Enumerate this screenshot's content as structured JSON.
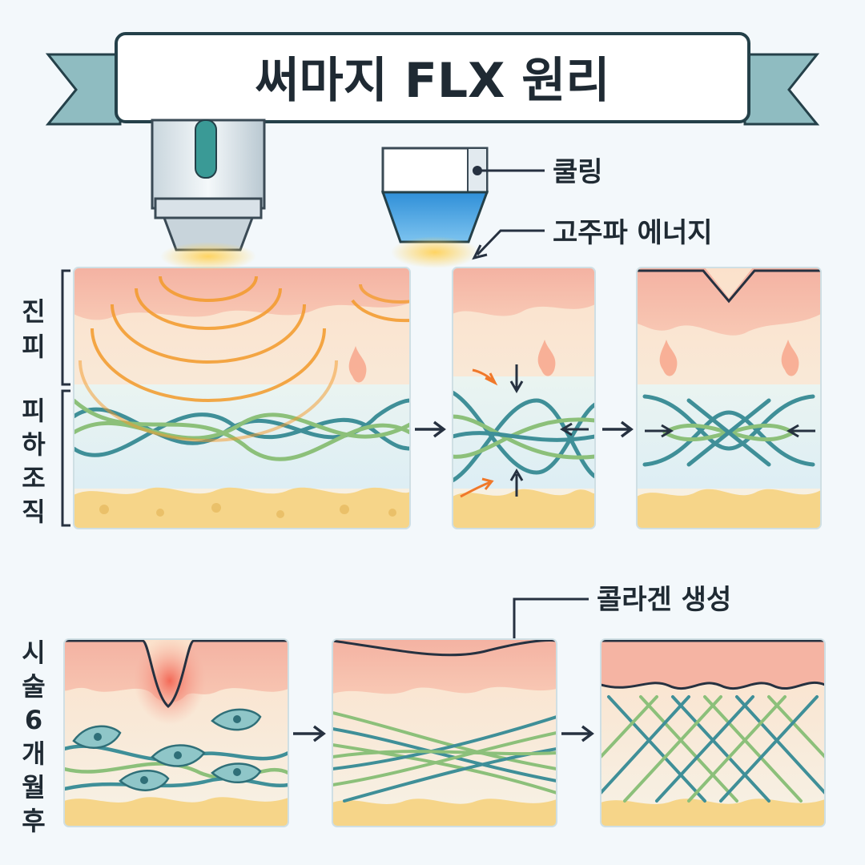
{
  "title": "써마지 FLX 원리",
  "labels": {
    "cooling": "쿨링",
    "rf_energy": "고주파 에너지",
    "collagen": "콜라겐 생성"
  },
  "layers": {
    "dermis": [
      "진",
      "피"
    ],
    "subcutaneous": [
      "피",
      "하",
      "조",
      "직"
    ]
  },
  "after_label": [
    "시",
    "술",
    "6",
    "개",
    "월",
    "후"
  ],
  "colors": {
    "banner_ribbon": "#8fbcc1",
    "epidermis": "#f6b7a6",
    "dermis": "#fbe3cf",
    "fat": "#f6d589",
    "collagen_blue": "#3f8f98",
    "collagen_green": "#8cc07a",
    "energy_wave": "#f39a2a",
    "probe_tip": "#58a9e0",
    "arrow": "#263140"
  }
}
